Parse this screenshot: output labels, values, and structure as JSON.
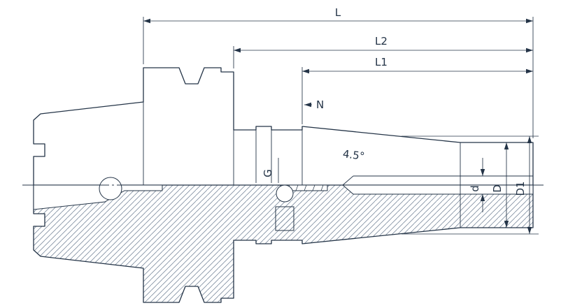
{
  "drawing": {
    "kind": "engineering-dimension-drawing",
    "subject": "Shrink-fit tool holder with HSK shank, half-section view",
    "labels": {
      "L": "L",
      "L2": "L2",
      "L1": "L1",
      "N": "N",
      "G": "G",
      "taper_angle": "4.5°",
      "d": "d",
      "D": "D",
      "D1": "D1"
    },
    "colors": {
      "line": "#243447",
      "hatch": "#7f8ea0",
      "background": "#ffffff"
    }
  }
}
